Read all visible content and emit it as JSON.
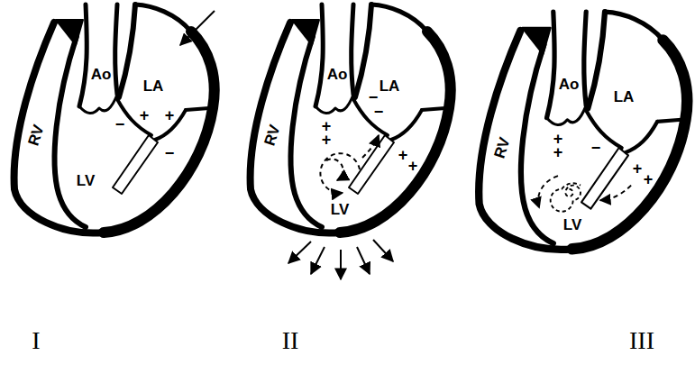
{
  "diagram": {
    "labels": [
      "Ao",
      "LA",
      "RV",
      "LV",
      "−",
      "+",
      "+",
      "−",
      "Ao",
      "LA",
      "RV",
      "LV",
      "+",
      "+",
      "−",
      "−",
      "+",
      "+",
      "Ao",
      "LA",
      "RV",
      "LV",
      "+",
      "+",
      "−",
      "+",
      "+",
      "I",
      "II",
      "III"
    ]
  }
}
